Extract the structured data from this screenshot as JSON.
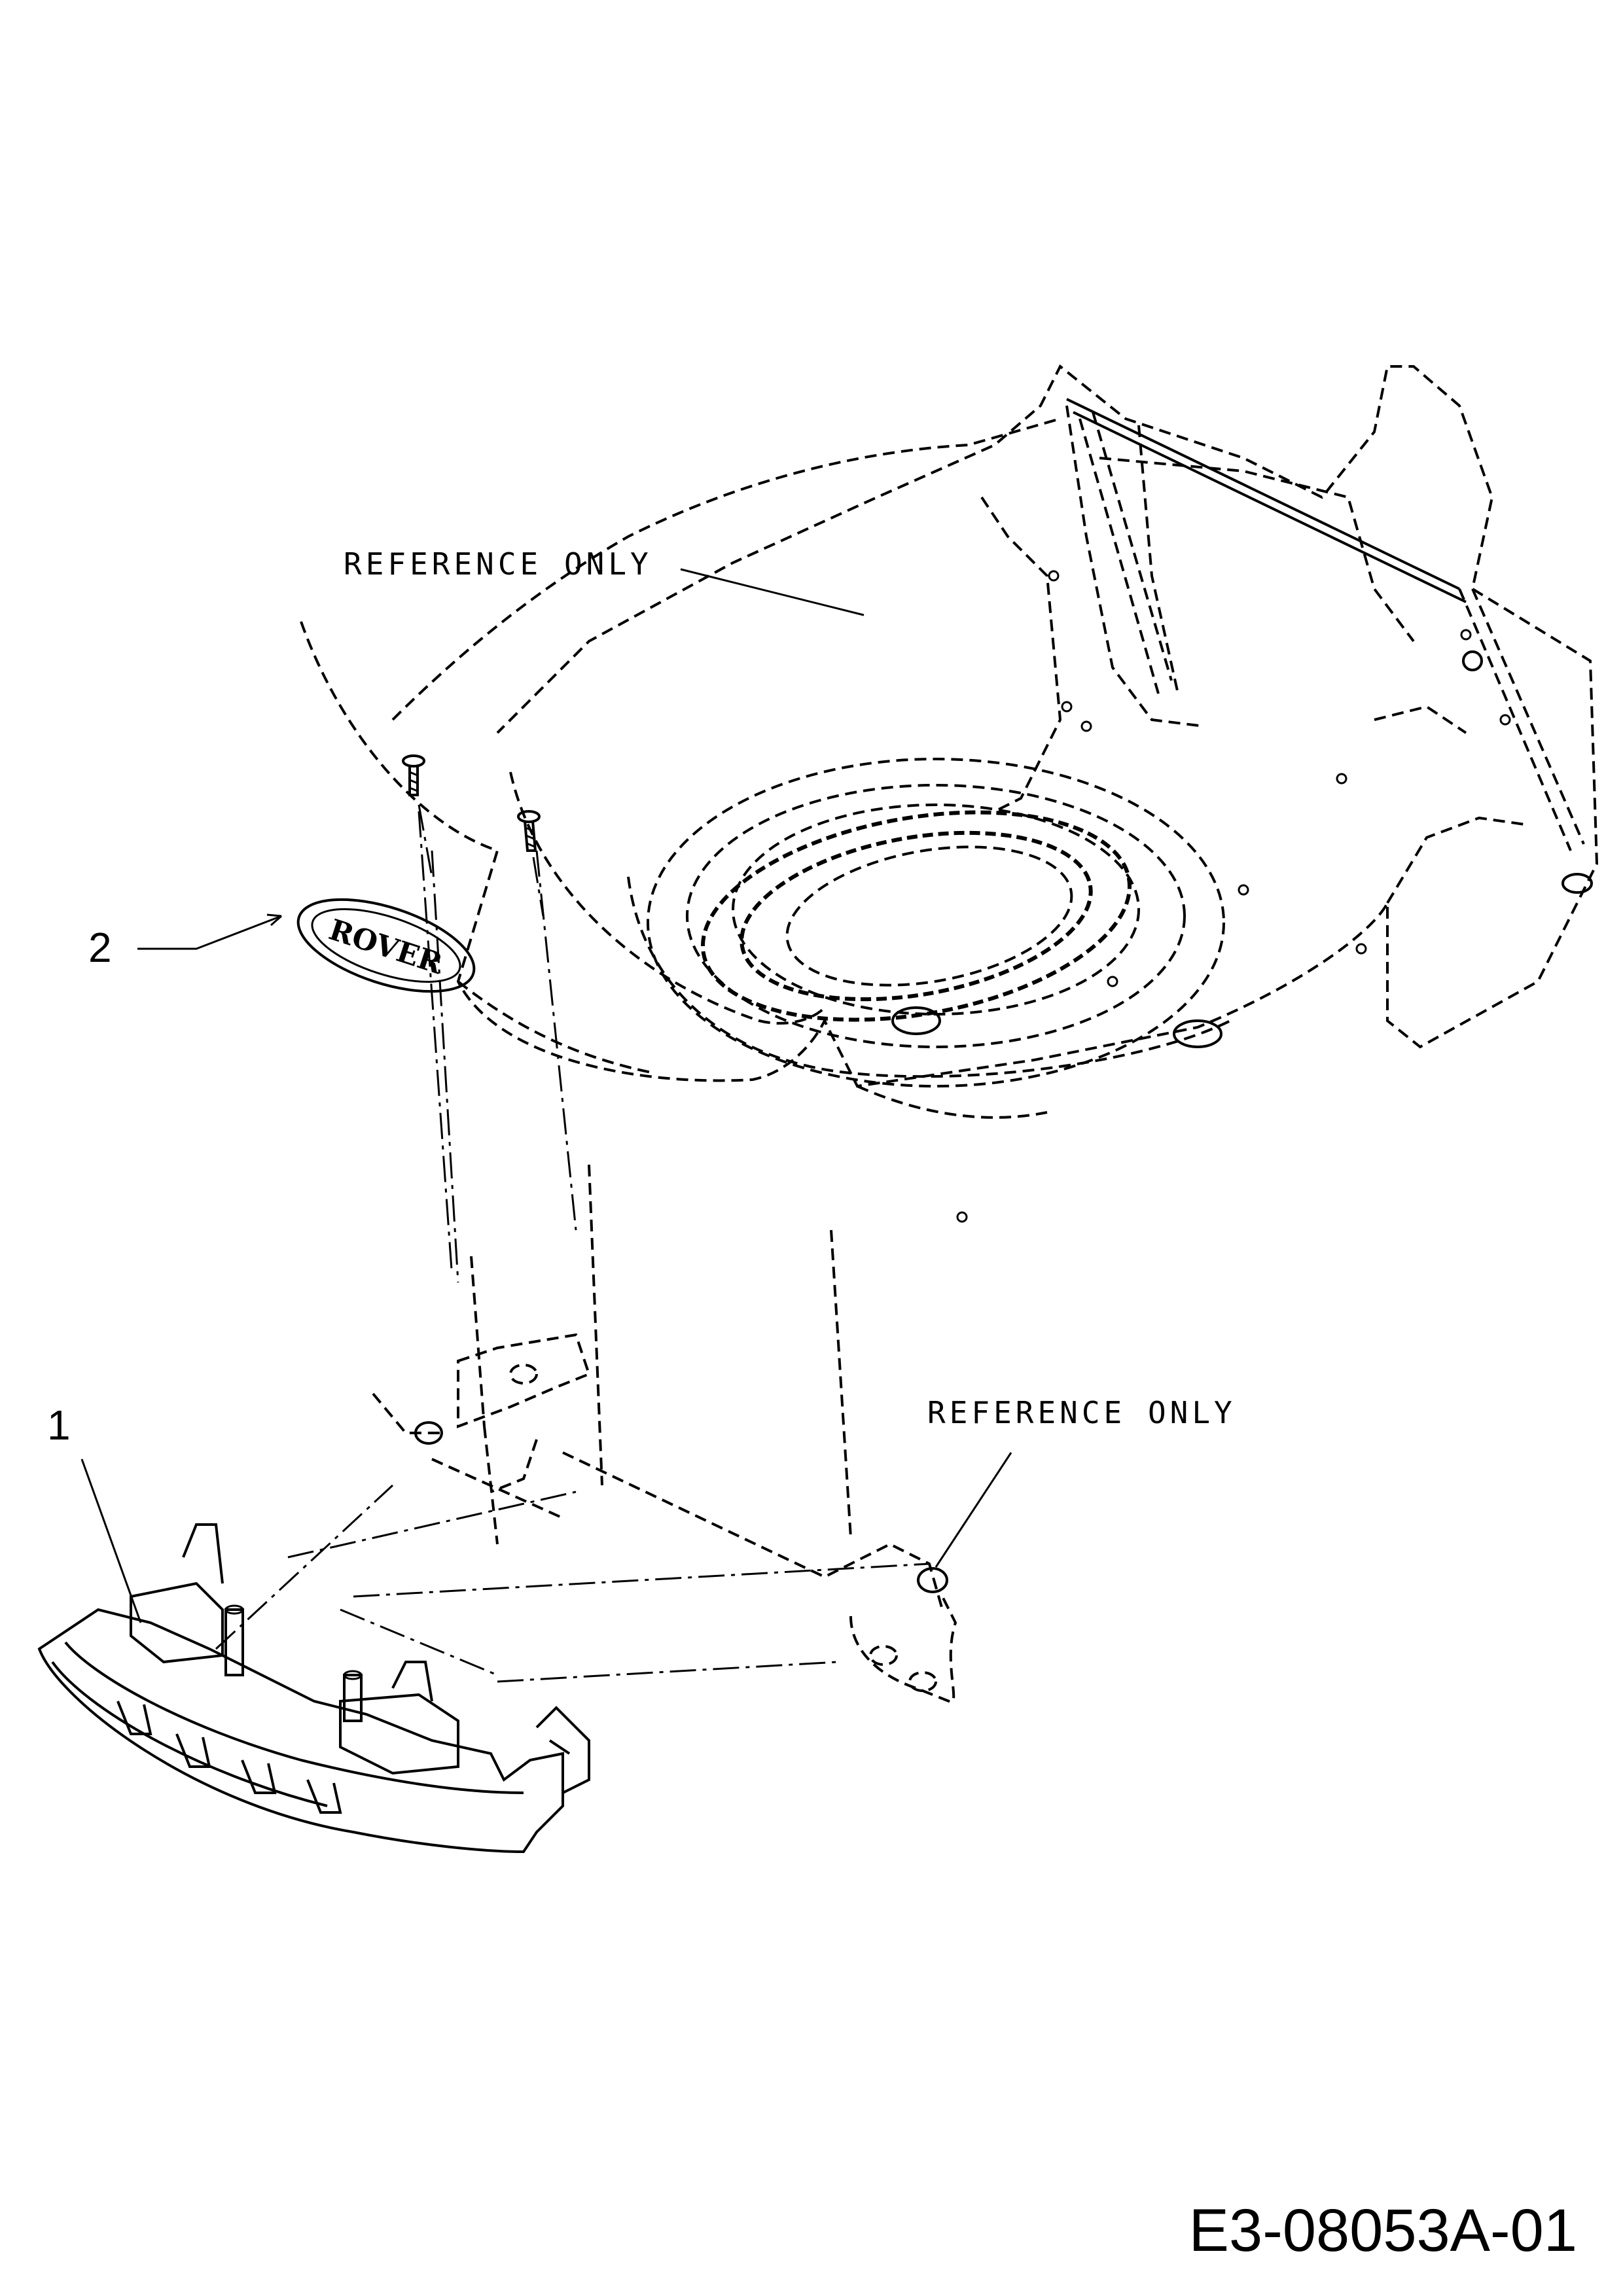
{
  "callouts": {
    "part_1": "1",
    "part_2": "2",
    "reference_top": "REFERENCE ONLY",
    "reference_bottom": "REFERENCE ONLY"
  },
  "emblem_text": "ROVER",
  "drawing_code": "E3-08053A-01"
}
